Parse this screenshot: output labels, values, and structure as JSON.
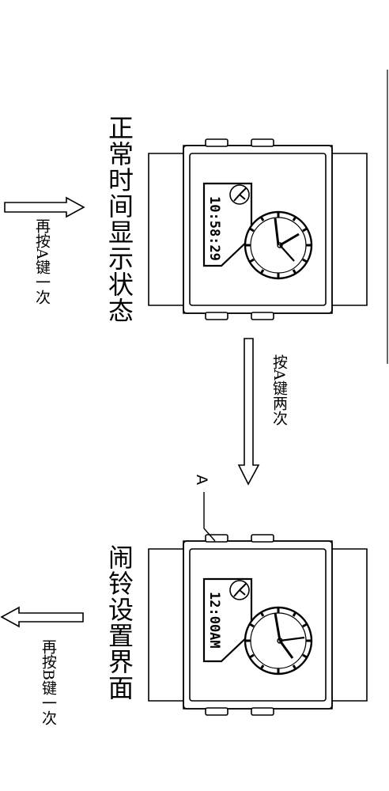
{
  "captions": {
    "normal_state": "正常时间显示状态",
    "alarm_state": "闹铃设置界面"
  },
  "steps": {
    "press_a_again_once": "再按A键一次",
    "press_a_twice": "按A键两次",
    "press_b_again_once": "再按B键一次"
  },
  "callout": {
    "button_a": "A"
  },
  "displays": {
    "top_watch_digits": "10:58:29",
    "bottom_watch_digits": "12:00AM"
  },
  "icons": {
    "arrow": "arrow-icon",
    "watch": "watch-icon"
  }
}
